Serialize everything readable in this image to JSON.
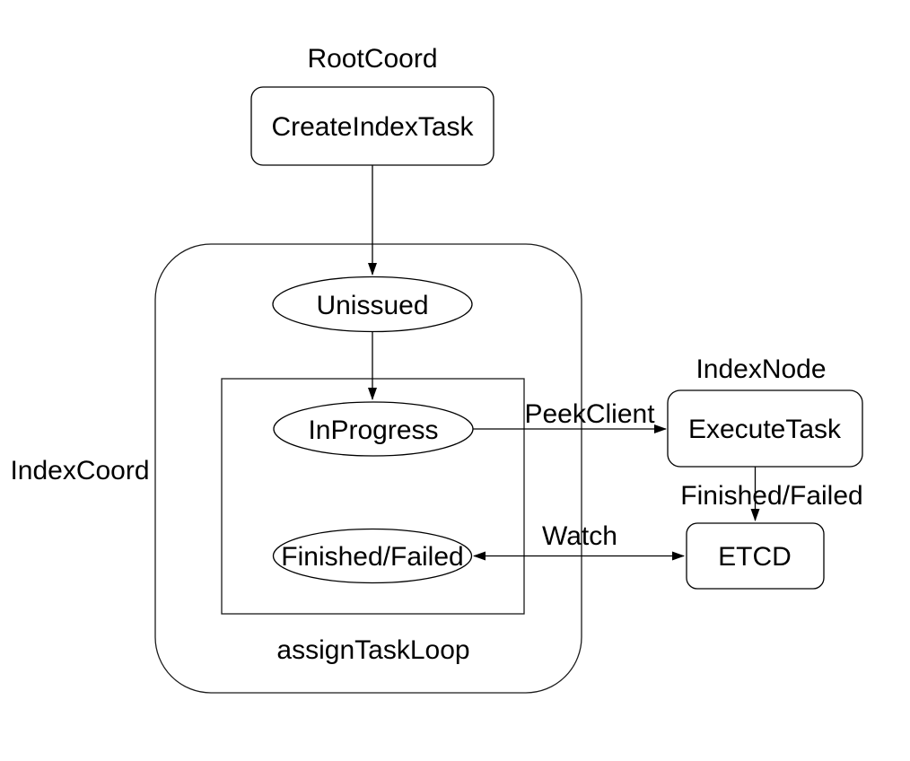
{
  "diagram": {
    "background": "#ffffff",
    "stroke_color": "#000000",
    "text_color": "#000000",
    "groups": {
      "root_coord": "RootCoord",
      "index_coord": "IndexCoord",
      "index_node": "IndexNode",
      "assign_task_loop": "assignTaskLoop"
    },
    "nodes": {
      "create_index_task": "CreateIndexTask",
      "unissued": "Unissued",
      "in_progress": "InProgress",
      "finished_failed": "Finished/Failed",
      "execute_task": "ExecuteTask",
      "etcd": "ETCD"
    },
    "edges": {
      "peek_client": "PeekClient",
      "finished_failed": "Finished/Failed",
      "watch": "Watch"
    }
  }
}
